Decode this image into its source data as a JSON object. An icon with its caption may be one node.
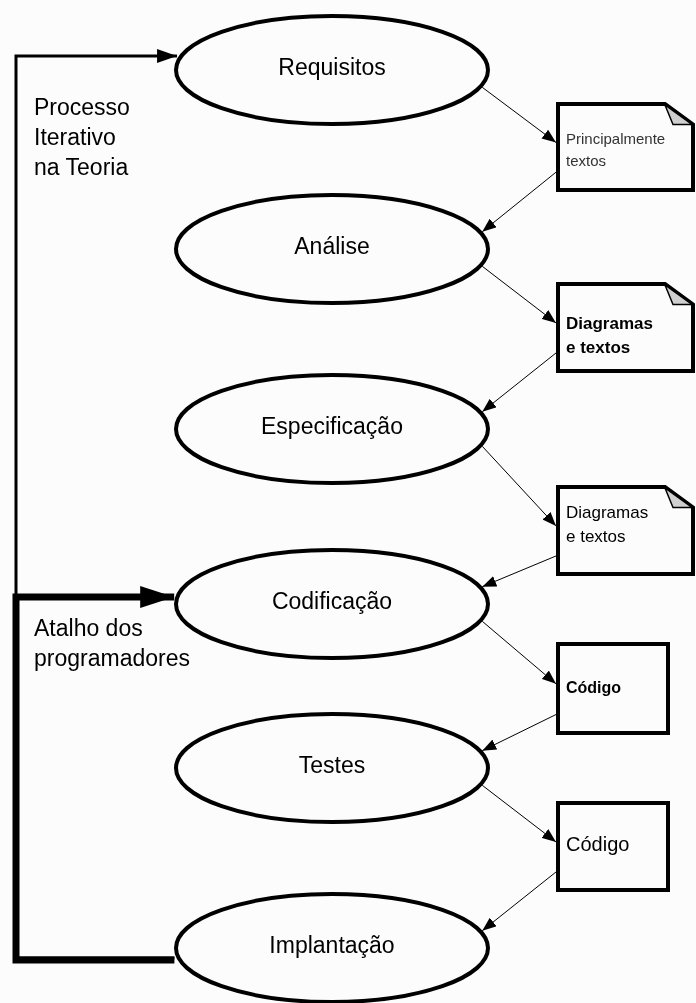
{
  "diagram": {
    "nodes": [
      {
        "text": [
          "Requisitos"
        ]
      },
      {
        "text": [
          "Principalmente textos"
        ]
      },
      {
        "text": [
          "Análise"
        ]
      },
      {
        "text": [
          "Diagramas e textos"
        ]
      },
      {
        "text": [
          "Especificação"
        ]
      },
      {
        "text": [
          "Diagramas e textos"
        ]
      },
      {
        "text": [
          "Codificação"
        ]
      },
      {
        "text": [
          "Código"
        ]
      },
      {
        "text": [
          "Testes"
        ]
      },
      {
        "text": [
          "Código"
        ]
      },
      {
        "text": [
          "Implantação"
        ]
      }
    ],
    "edges": [
      {
        "from": 0,
        "to": 1,
        "arrow": "to"
      },
      {
        "from": 1,
        "to": 2,
        "arrow": "to"
      },
      {
        "from": 2,
        "to": 3,
        "arrow": "to"
      },
      {
        "from": 3,
        "to": 4,
        "arrow": "to"
      },
      {
        "from": 4,
        "to": 5,
        "arrow": "to"
      },
      {
        "from": 5,
        "to": 6,
        "arrow": "to"
      },
      {
        "from": 6,
        "to": 7,
        "arrow": "to"
      },
      {
        "from": 7,
        "to": 8,
        "arrow": "to"
      },
      {
        "from": 8,
        "to": 9,
        "arrow": "to"
      },
      {
        "from": 9,
        "to": 10,
        "arrow": "to"
      },
      {
        "from": 10,
        "to": 0,
        "arrow": "to",
        "style": "thick"
      },
      {
        "from": 10,
        "to": 6,
        "arrow": "to",
        "style": "thick"
      }
    ],
    "labels": [
      "Processo Iterativo na Teoria",
      "Atalho dos programadores"
    ]
  }
}
